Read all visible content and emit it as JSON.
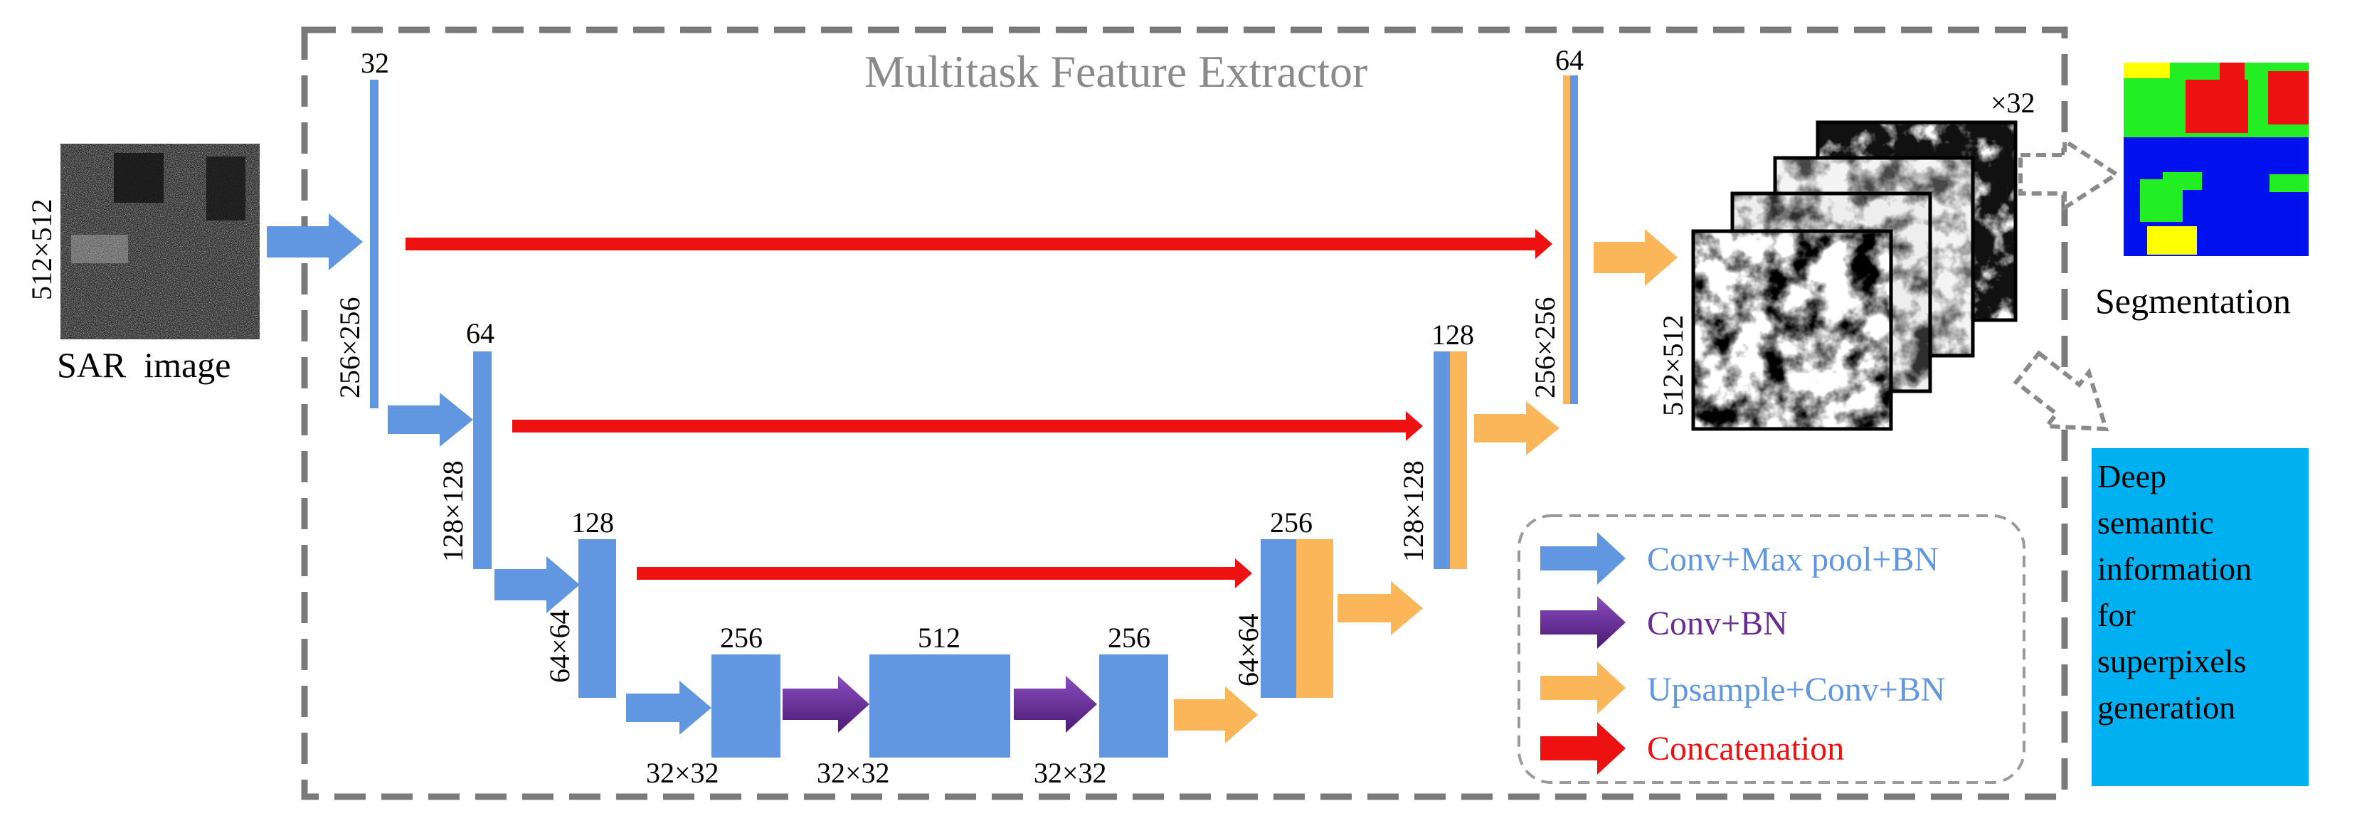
{
  "title": "Multitask Feature Extractor",
  "input": {
    "caption": "SAR  image",
    "size_label": "512×512"
  },
  "encoder": [
    {
      "channels": "32",
      "size": "256×256"
    },
    {
      "channels": "64",
      "size": "128×128"
    },
    {
      "channels": "128",
      "size": "64×64"
    }
  ],
  "bottleneck": [
    {
      "channels": "256",
      "size": "32×32"
    },
    {
      "channels": "512",
      "size": "32×32"
    },
    {
      "channels": "256",
      "size": "32×32"
    }
  ],
  "decoder": [
    {
      "channels": "256",
      "size": "64×64"
    },
    {
      "channels": "128",
      "size": "128×128"
    },
    {
      "channels": "64",
      "size": "256×256"
    }
  ],
  "feature_maps": {
    "count_label": "×32",
    "size_label": "512×512"
  },
  "outputs": {
    "segmentation_label": "Segmentation",
    "deep_lines": [
      "Deep",
      "semantic",
      "information",
      "for",
      "superpixels",
      "generation"
    ]
  },
  "legend": [
    {
      "label": "Conv+Max pool+BN",
      "color": "#6196e0"
    },
    {
      "label": "Conv+BN",
      "color": "#6a2c94"
    },
    {
      "label": "Upsample+Conv+BN",
      "color": "#fcb65a"
    },
    {
      "label": "Concatenation",
      "color": "#ee1111"
    }
  ],
  "colors": {
    "blue": "#6196e0",
    "orange": "#fcb65a",
    "purple": "#6a2c94",
    "red": "#ee1111",
    "frame": "#7a7a7a",
    "cyan_box": "#00b0f0",
    "seg_green": "#22ee22",
    "seg_red": "#ee1111",
    "seg_blue": "#0011ee",
    "seg_yellow": "#ffff00"
  }
}
